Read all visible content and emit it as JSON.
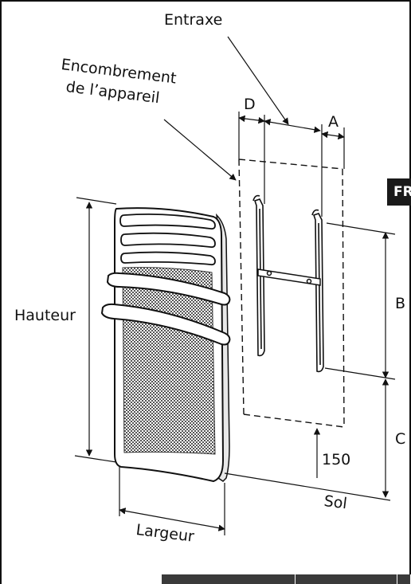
{
  "labels": {
    "entraxe": "Entraxe",
    "encombrement_line1": "Encombrement",
    "encombrement_line2": "de l’appareil",
    "d": "D",
    "a": "A",
    "b": "B",
    "c": "C",
    "hauteur": "Hauteur",
    "largeur": "Largeur",
    "value_150": "150",
    "sol": "Sol",
    "lang_tab": "FR"
  },
  "colors": {
    "line": "#111111",
    "tab_bg": "#1a1a1a",
    "table_header": "#3a3a3a"
  }
}
